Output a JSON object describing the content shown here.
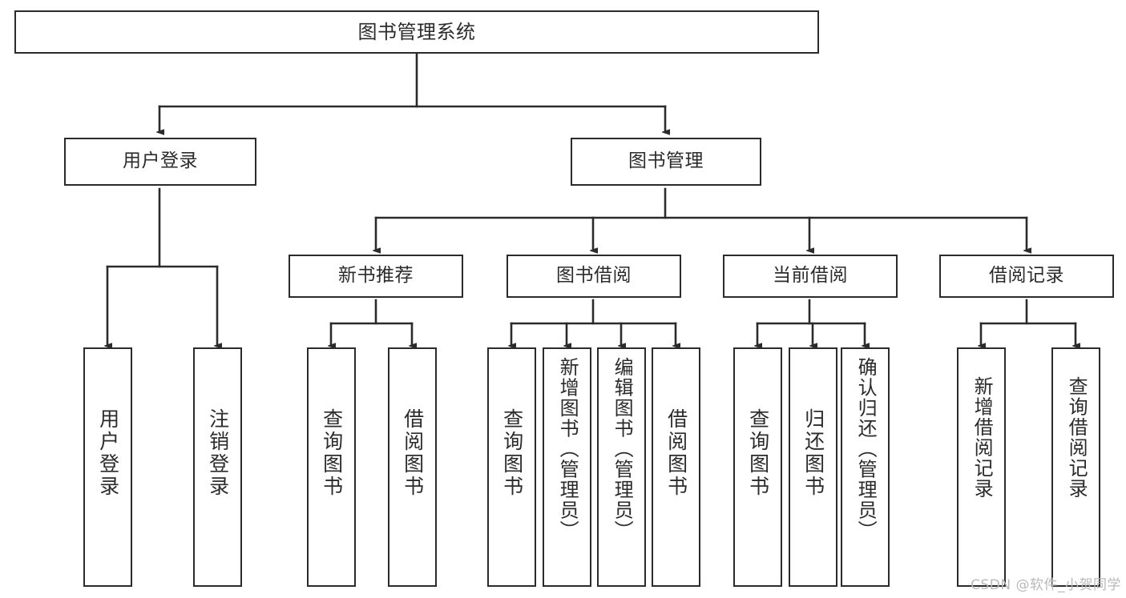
{
  "diagram": {
    "title": "图书管理系统",
    "type": "tree-hierarchy-chart",
    "root": {
      "label": "图书管理系统"
    },
    "level2": [
      {
        "label": "用户登录"
      },
      {
        "label": "图书管理"
      }
    ],
    "level3": [
      {
        "label": "新书推荐"
      },
      {
        "label": "图书借阅"
      },
      {
        "label": "当前借阅"
      },
      {
        "label": "借阅记录"
      }
    ],
    "leaves": {
      "user_login": [
        {
          "label": "用户登录"
        },
        {
          "label": "注销登录"
        }
      ],
      "new_book_recommend": [
        {
          "label": "查询图书"
        },
        {
          "label": "借阅图书"
        }
      ],
      "book_borrow": [
        {
          "label": "查询图书"
        },
        {
          "label": "新增图书（管理员）"
        },
        {
          "label": "编辑图书（管理员）"
        },
        {
          "label": "借阅图书"
        }
      ],
      "current_borrow": [
        {
          "label": "查询图书"
        },
        {
          "label": "归还图书"
        },
        {
          "label": "确认归还（管理员）"
        }
      ],
      "borrow_records": [
        {
          "label": "新增借阅记录"
        },
        {
          "label": "查询借阅记录"
        }
      ]
    }
  },
  "watermark": {
    "text": "CSDN @软件_小贺同学"
  },
  "colors": {
    "stroke": "#2b2b2b",
    "fill": "#ffffff",
    "text": "#2b2b2b",
    "watermark": "#b9b9b9"
  }
}
